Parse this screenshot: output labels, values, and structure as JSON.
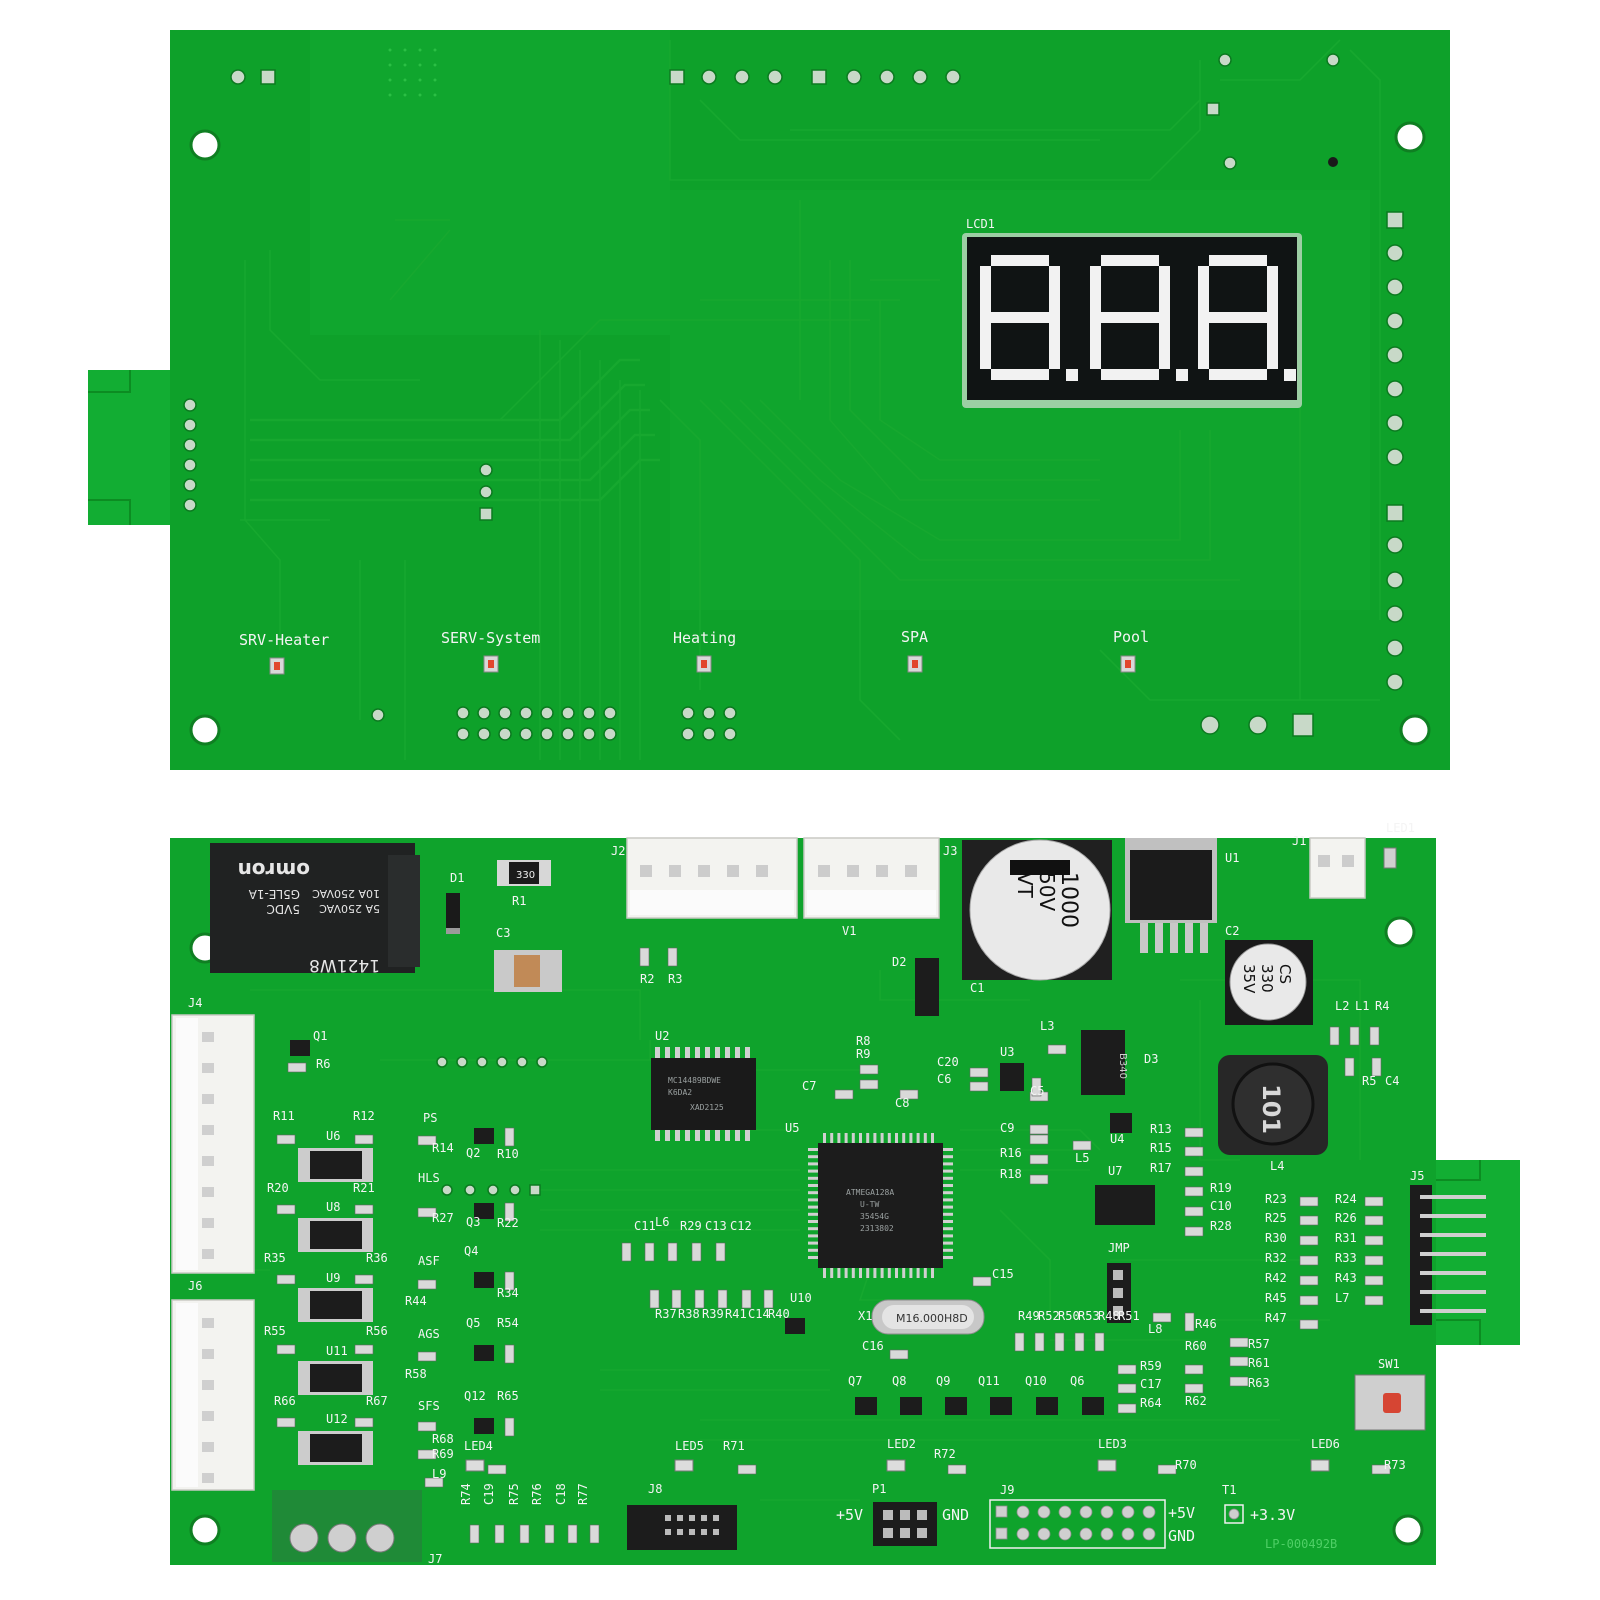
{
  "top_board": {
    "display_ref": "LCD1",
    "indicators": [
      "SRV-Heater",
      "SERV-System",
      "Heating",
      "SPA",
      "Pool"
    ]
  },
  "bottom_board": {
    "relay": {
      "brand": "omron",
      "model": "G5LE-1A",
      "voltage": "5VDC",
      "code": "1421W8",
      "rating1": "5A 250VAC",
      "rating2": "10A 250VAC"
    },
    "resistor_r1_value": "330",
    "capacitor_c1": {
      "value": "1000",
      "voltage": "50V",
      "series": "VT"
    },
    "capacitor_c2": {
      "series": "CS",
      "value": "330",
      "voltage": "35V"
    },
    "inductor_l4_value": "101",
    "mcu": {
      "line1": "ATMEGA128A",
      "line2": "U-TW",
      "line3": "35454G",
      "line4": "2313802"
    },
    "u2": {
      "line1": "MC14489BDWE",
      "line2": "K6DA2",
      "line3": "XAD2125"
    },
    "crystal": "M16.000H8D",
    "d3_label": "B340",
    "board_id": "LP-000492B",
    "power_labels": {
      "p1_left": "+5V",
      "p1_right": "GND",
      "j9_top": "+5V",
      "j9_bottom": "GND",
      "t1": "+3.3V"
    },
    "input_labels": [
      "PS",
      "HLS",
      "ASF",
      "AGS",
      "SFS"
    ],
    "refs": {
      "J1": "J1",
      "J2": "J2",
      "J3": "J3",
      "J4": "J4",
      "J5": "J5",
      "J6": "J6",
      "J7": "J7",
      "J8": "J8",
      "J9": "J9",
      "JMP": "JMP",
      "P1": "P1",
      "T1": "T1",
      "SW1": "SW1",
      "D1": "D1",
      "D2": "D2",
      "D3": "D3",
      "R1": "R1",
      "C1": "C1",
      "C2": "C2",
      "C3": "C3",
      "L3": "L3",
      "L4": "L4",
      "L5": "L5",
      "U1": "U1",
      "U2": "U2",
      "U3": "U3",
      "U4": "U4",
      "U5": "U5",
      "U7": "U7",
      "U10": "U10",
      "U6": "U6",
      "U8": "U8",
      "U9": "U9",
      "U11": "U11",
      "U12": "U12",
      "Q1": "Q1",
      "Q2": "Q2",
      "Q3": "Q3",
      "Q4": "Q4",
      "Q5": "Q5",
      "Q12": "Q12",
      "Q6": "Q6",
      "Q7": "Q7",
      "Q8": "Q8",
      "Q9": "Q9",
      "Q10": "Q10",
      "Q11": "Q11",
      "X1": "X1",
      "V1": "V1",
      "LED1": "LED1",
      "LED2": "LED2",
      "LED3": "LED3",
      "LED4": "LED4",
      "LED5": "LED5",
      "LED6": "LED6",
      "R2": "R2",
      "R3": "R3",
      "R4": "R4",
      "R5": "R5",
      "R6": "R6",
      "R8": "R8",
      "R9": "R9",
      "C4": "C4",
      "C5": "C5",
      "C6": "C6",
      "C7": "C7",
      "C8": "C8",
      "C9": "C9",
      "C20": "C20",
      "L1": "L1",
      "L2": "L2",
      "R10": "R10",
      "R11": "R11",
      "R12": "R12",
      "R13": "R13",
      "R14": "R14",
      "R15": "R15",
      "R16": "R16",
      "R17": "R17",
      "R18": "R18",
      "R19": "R19",
      "C10": "C10",
      "R28": "R28",
      "R20": "R20",
      "R21": "R21",
      "R22": "R22",
      "R27": "R27",
      "R34": "R34",
      "R35": "R35",
      "R36": "R36",
      "R44": "R44",
      "R54": "R54",
      "R55": "R55",
      "R56": "R56",
      "R58": "R58",
      "R65": "R65",
      "R66": "R66",
      "R67": "R67",
      "R68": "R68",
      "R69": "R69",
      "L9": "L9",
      "C11": "C11",
      "L6": "L6",
      "R29": "R29",
      "C13": "C13",
      "C12": "C12",
      "R37": "R37",
      "R38": "R38",
      "R39": "R39",
      "R41": "R41",
      "C14": "C14",
      "R40": "R40",
      "C15": "C15",
      "C16": "C16",
      "R49": "R49",
      "R52": "R52",
      "R50": "R50",
      "R53": "R53",
      "R48": "R48",
      "R51": "R51",
      "L8": "L8",
      "R46": "R46",
      "R23": "R23",
      "R24": "R24",
      "R25": "R25",
      "R26": "R26",
      "R30": "R30",
      "R31": "R31",
      "R32": "R32",
      "R33": "R33",
      "R42": "R42",
      "R43": "R43",
      "R45": "R45",
      "L7": "L7",
      "R47": "R47",
      "R57": "R57",
      "R61": "R61",
      "R63": "R63",
      "R59": "R59",
      "R60": "R60",
      "C17": "C17",
      "R62": "R62",
      "R64": "R64",
      "R70": "R70",
      "R71": "R71",
      "R72": "R72",
      "R73": "R73",
      "R74": "R74",
      "C19": "C19",
      "R75": "R75",
      "R76": "R76",
      "C18": "C18",
      "R77": "R77"
    }
  }
}
